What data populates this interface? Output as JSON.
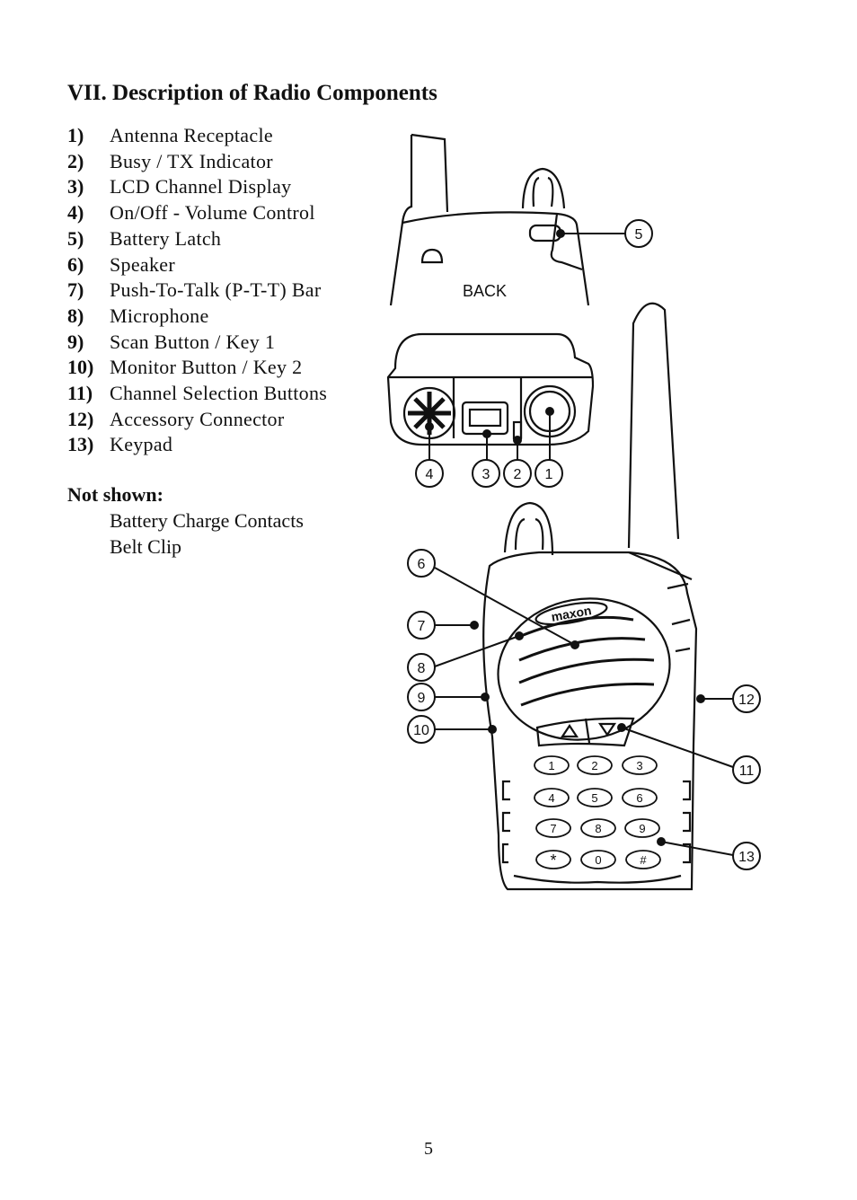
{
  "section_title": "VII.  Description of Radio Components",
  "components": [
    {
      "num": "1)",
      "label": "Antenna Receptacle"
    },
    {
      "num": "2)",
      "label": "Busy / TX Indicator"
    },
    {
      "num": "3)",
      "label": "LCD Channel Display"
    },
    {
      "num": "4)",
      "label": "On/Off - Volume Control"
    },
    {
      "num": "5)",
      "label": "Battery Latch"
    },
    {
      "num": "6)",
      "label": "Speaker"
    },
    {
      "num": "7)",
      "label": "Push-To-Talk (P-T-T) Bar"
    },
    {
      "num": "8)",
      "label": "Microphone"
    },
    {
      "num": "9)",
      "label": "Scan Button / Key 1"
    },
    {
      "num": "10)",
      "label": "Monitor Button / Key 2"
    },
    {
      "num": "11)",
      "label": "Channel Selection Buttons"
    },
    {
      "num": "12)",
      "label": "Accessory  Connector"
    },
    {
      "num": "13)",
      "label": "Keypad"
    }
  ],
  "not_shown": {
    "title": "Not shown:",
    "items": [
      "Battery Charge Contacts",
      "Belt Clip"
    ]
  },
  "diagram": {
    "back_label": "BACK",
    "brand_label": "maxon",
    "callouts": [
      "1",
      "2",
      "3",
      "4",
      "5",
      "6",
      "7",
      "8",
      "9",
      "10",
      "11",
      "12",
      "13"
    ],
    "keypad_keys": [
      "1",
      "2",
      "3",
      "4",
      "5",
      "6",
      "7",
      "8",
      "9",
      "*",
      "0",
      "#"
    ]
  },
  "page_number": "5"
}
